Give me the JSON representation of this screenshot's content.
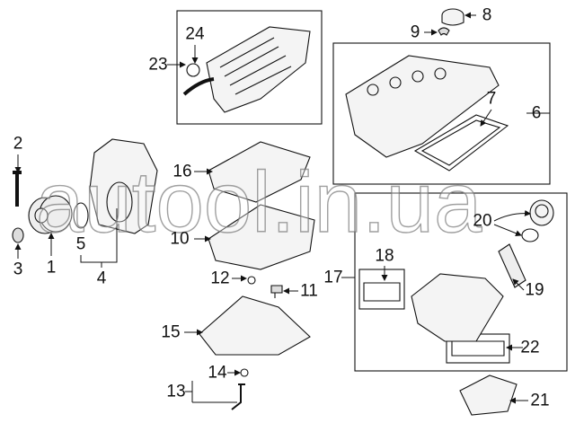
{
  "diagram": {
    "callouts": {
      "c1": "1",
      "c2": "2",
      "c3": "3",
      "c4": "4",
      "c5": "5",
      "c6": "6",
      "c7": "7",
      "c8": "8",
      "c9": "9",
      "c10": "10",
      "c11": "11",
      "c12": "12",
      "c13": "13",
      "c14": "14",
      "c15": "15",
      "c16": "16",
      "c17": "17",
      "c18": "18",
      "c19": "19",
      "c20": "20",
      "c21": "21",
      "c22": "22",
      "c23": "23",
      "c24": "24"
    },
    "watermark": "autool.in.ua",
    "line_color": "#111111"
  }
}
